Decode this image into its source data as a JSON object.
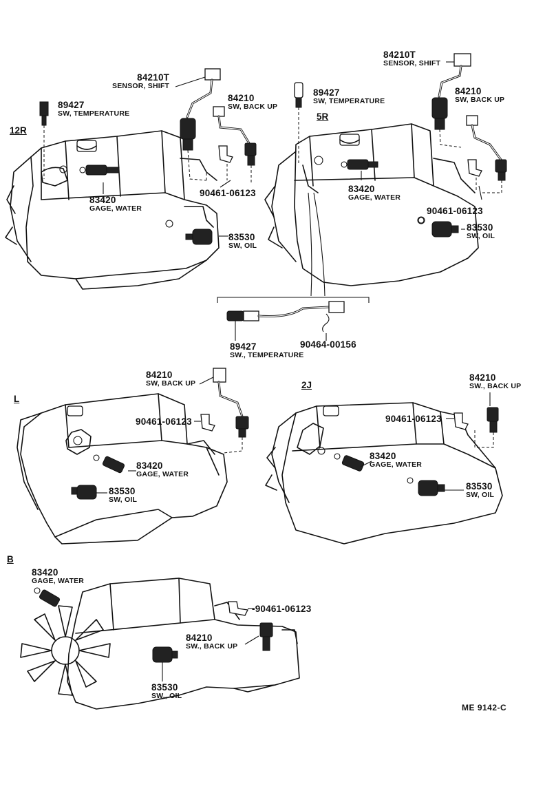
{
  "sections": {
    "s12r": {
      "label": "12R"
    },
    "s5r": {
      "label": "5R"
    },
    "sl": {
      "label": "L"
    },
    "s2j": {
      "label": "2J"
    },
    "sb": {
      "label": "B"
    }
  },
  "parts": {
    "p12r_84210t": {
      "num": "84210T",
      "desc": "SENSOR, SHIFT"
    },
    "p12r_89427": {
      "num": "89427",
      "desc": "SW, TEMPERATURE"
    },
    "p12r_84210": {
      "num": "84210",
      "desc": "SW, BACK UP"
    },
    "p12r_90461": {
      "num": "90461-06123"
    },
    "p12r_83420": {
      "num": "83420",
      "desc": "GAGE, WATER"
    },
    "p12r_83530": {
      "num": "83530",
      "desc": "SW, OIL"
    },
    "p5r_84210t": {
      "num": "84210T",
      "desc": "SENSOR, SHIFT"
    },
    "p5r_89427": {
      "num": "89427",
      "desc": "SW, TEMPERATURE"
    },
    "p5r_84210": {
      "num": "84210",
      "desc": "SW, BACK UP"
    },
    "p5r_83420": {
      "num": "83420",
      "desc": "GAGE, WATER"
    },
    "p5r_90461": {
      "num": "90461-06123"
    },
    "p5r_83530": {
      "num": "83530",
      "desc": "SW, OIL"
    },
    "px_89427": {
      "num": "89427",
      "desc": "SW., TEMPERATURE"
    },
    "px_90464": {
      "num": "90464-00156"
    },
    "pl_84210": {
      "num": "84210",
      "desc": "SW, BACK UP"
    },
    "pl_90461": {
      "num": "90461-06123"
    },
    "pl_83420": {
      "num": "83420",
      "desc": "GAGE, WATER"
    },
    "pl_83530": {
      "num": "83530",
      "desc": "SW, OIL"
    },
    "p2j_84210": {
      "num": "84210",
      "desc": "SW., BACK UP"
    },
    "p2j_90461": {
      "num": "90461-06123"
    },
    "p2j_83420": {
      "num": "83420",
      "desc": "GAGE, WATER"
    },
    "p2j_83530": {
      "num": "83530",
      "desc": "SW, OIL"
    },
    "pb_83420": {
      "num": "83420",
      "desc": "GAGE, WATER"
    },
    "pb_90461": {
      "num": "-90461-06123"
    },
    "pb_84210": {
      "num": "84210",
      "desc": "SW., BACK UP"
    },
    "pb_83530": {
      "num": "83530",
      "desc": "SW., OIL"
    }
  },
  "reference": "ME  9142-C"
}
